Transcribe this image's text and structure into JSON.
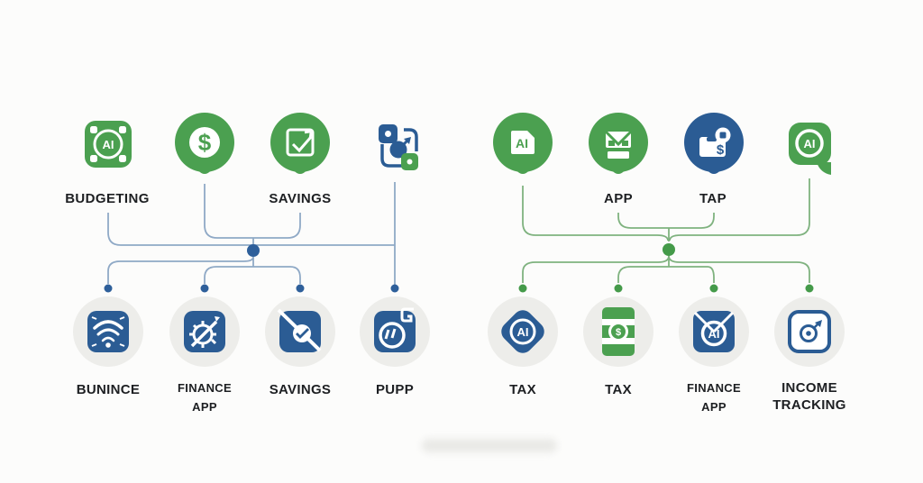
{
  "texts": {
    "ai": "AI",
    "dollar": "$"
  },
  "colors": {
    "green": "#4ba050",
    "blue": "#2b5c94",
    "connector_blue": "#8fa9c6",
    "connector_green": "#7fb27f",
    "dot_blue": "#2e5f9a",
    "dot_green": "#449a49",
    "balloon_gray": "#ededea",
    "label": "#1d1f22"
  },
  "left_group": {
    "top": [
      {
        "label": "BUDGETING",
        "icon": "ai-chip-icon"
      },
      {
        "label": "",
        "icon": "dollar-pin-icon"
      },
      {
        "label": "SAVINGS",
        "icon": "checkbox-pin-icon"
      },
      {
        "label": "",
        "icon": "transform-shapes-icon"
      }
    ],
    "bottom": [
      {
        "label": "BUNINCE",
        "icon": "wifi-icon"
      },
      {
        "label": "FINANCE\nAPP",
        "icon": "gear-pencil-icon"
      },
      {
        "label": "SAVINGS",
        "icon": "slash-check-icon"
      },
      {
        "label": "PUPP",
        "icon": "gauge-icon"
      }
    ]
  },
  "right_group": {
    "top": [
      {
        "label": "",
        "icon": "ai-document-pin-icon"
      },
      {
        "label": "APP",
        "icon": "mail-pin-icon"
      },
      {
        "label": "TAP",
        "icon": "wallet-pin-icon"
      },
      {
        "label": "",
        "icon": "ai-bubble-icon"
      }
    ],
    "bottom": [
      {
        "label": "TAX",
        "icon": "diamond-ai-icon"
      },
      {
        "label": "TAX",
        "icon": "banknote-icon"
      },
      {
        "label": "FINANCE\nAPP",
        "icon": "envelope-ai-icon"
      },
      {
        "label": "INCOME\nTRACKING",
        "icon": "target-icon"
      }
    ]
  }
}
